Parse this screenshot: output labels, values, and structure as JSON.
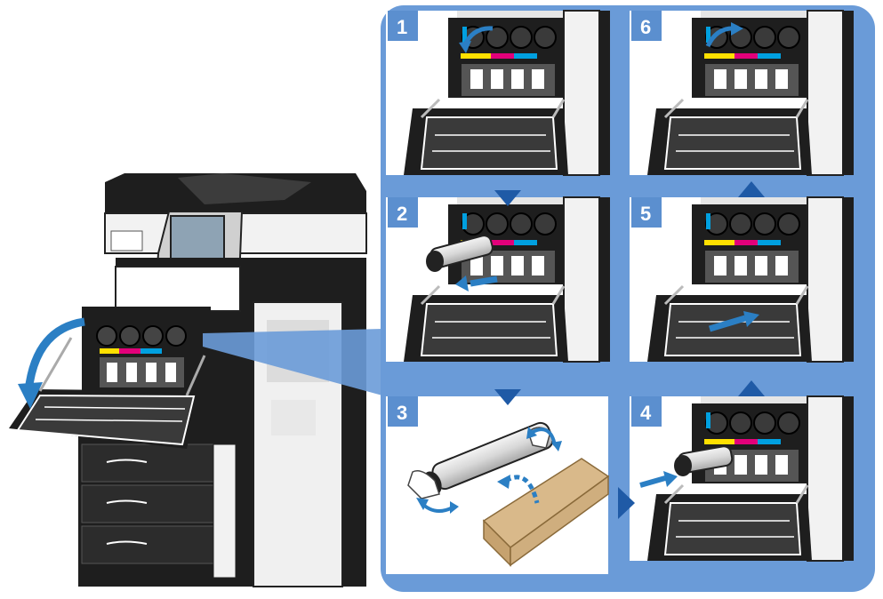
{
  "colors": {
    "frame_blue": "#6a9bd8",
    "dark_blue": "#1f5aa6",
    "arrow_blue": "#1f5aa6",
    "curved_arrow": "#2b7fc4",
    "magenta": "#e2007a",
    "yellow": "#ffe000",
    "cyan": "#00a0e0",
    "machine_black": "#1e1e1e",
    "box_tan": "#d9b98a"
  },
  "steps": [
    {
      "number": "1",
      "icon": "curved-arrow-icon"
    },
    {
      "number": "2",
      "icon": "pull-arrow-icon"
    },
    {
      "number": "3",
      "icon": "shake-arrows-icon"
    },
    {
      "number": "4",
      "icon": "insert-arrow-icon"
    },
    {
      "number": "5",
      "icon": "push-arrow-icon"
    },
    {
      "number": "6",
      "icon": "curved-arrow-icon"
    }
  ]
}
